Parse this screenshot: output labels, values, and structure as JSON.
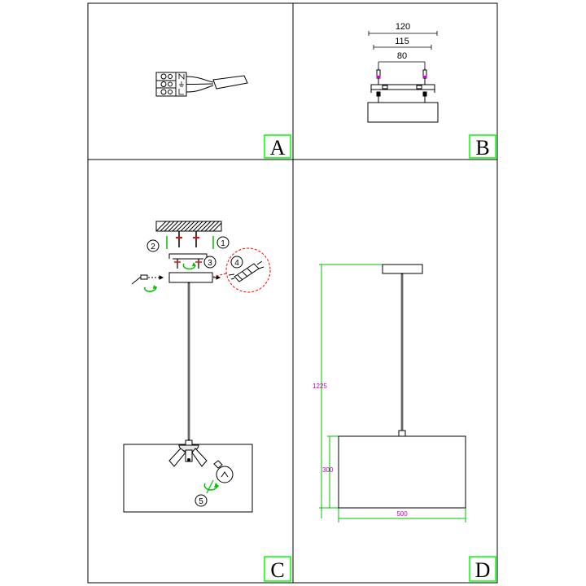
{
  "panels": {
    "a": {
      "label": "A"
    },
    "b": {
      "label": "B",
      "dims": {
        "w120": "120",
        "w115": "115",
        "w80": "80"
      }
    },
    "c": {
      "label": "C",
      "steps": [
        "1",
        "2",
        "3",
        "4",
        "5"
      ]
    },
    "d": {
      "label": "D",
      "dims": {
        "height": "1225",
        "shade_height": "300",
        "shade_width": "500"
      }
    }
  },
  "colors": {
    "ink": "#000000",
    "label_box": "#00ff00",
    "dimension_line": "#00c000",
    "dimension_text": "#c000c0",
    "accent": "#ff0000",
    "rotate_arrow": "#00c000"
  }
}
